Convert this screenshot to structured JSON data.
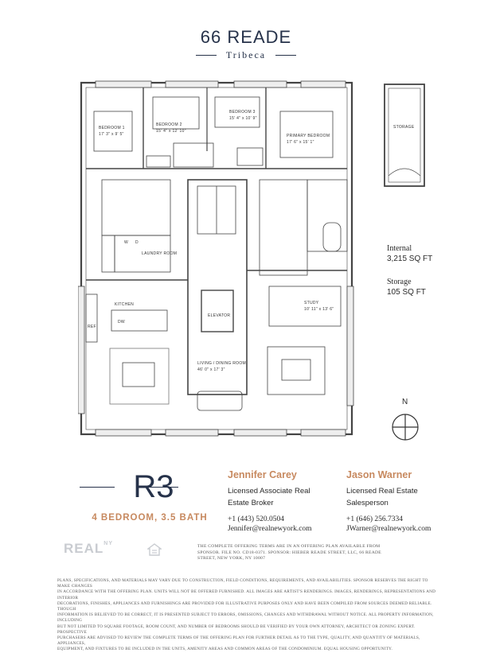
{
  "header": {
    "title": "66 READE",
    "subtitle": "Tribeca"
  },
  "plan": {
    "rooms": {
      "bedroom1": "BEDROOM 1",
      "bedroom1_dim": "17' 3\" x 9' 5\"",
      "bedroom2": "BEDROOM 2",
      "bedroom2_dim": "15' 4\" x 12' 10\"",
      "bedroom3": "BEDROOM 3",
      "bedroom3_dim": "15' 4\" x 10' 9\"",
      "primary": "PRIMARY BEDROOM",
      "primary_dim": "17' 6\" x 15' 1\"",
      "laundry": "LAUNDRY ROOM",
      "w": "W",
      "d": "D",
      "kitchen": "KITCHEN",
      "dw": "DW",
      "ref": "REF",
      "elevator": "ELEVATOR",
      "study": "STUDY",
      "study_dim": "10' 11\" x 13' 6\"",
      "living": "LIVING / DINING ROOM",
      "living_dim": "46' 0\" x 17' 3\"",
      "storage": "STORAGE"
    }
  },
  "stats": {
    "internal_label": "Internal",
    "internal_value": "3,215 SQ FT",
    "storage_label": "Storage",
    "storage_value": "105 SQ FT"
  },
  "compass": {
    "n": "N"
  },
  "unit": {
    "code": "R3",
    "beds": "4 BEDROOM, 3.5 BATH"
  },
  "agents": [
    {
      "name": "Jennifer Carey",
      "role1": "Licensed Associate Real",
      "role2": "Estate Broker",
      "phone": "+1 (443) 520.0504",
      "email": "Jennifer@realnewyork.com"
    },
    {
      "name": "Jason Warner",
      "role1": "Licensed Real Estate",
      "role2": "Salesperson",
      "phone": "+1 (646) 256.7334",
      "email": "JWarner@realnewyork.com"
    }
  ],
  "logo": {
    "text": "REAL",
    "sup": "NY"
  },
  "offering": {
    "line1": "THE COMPLETE OFFERING TERMS ARE IN AN OFFERING PLAN AVAILABLE FROM",
    "line2": "SPONSOR. FILE NO. CD18-0371. SPONSOR: HIEBER READE STREET, LLC, 66 READE",
    "line3": "STREET, NEW YORK, NY 10007"
  },
  "disclaimer": [
    "PLANS, SPECIFICATIONS, AND MATERIALS MAY VARY DUE TO CONSTRUCTION, FIELD CONDITIONS, REQUIREMENTS, AND AVAILABILITIES. SPONSOR RESERVES THE RIGHT TO MAKE CHANGES",
    "IN ACCORDANCE WITH THE OFFERING PLAN. UNITS WILL NOT BE OFFERED FURNISHED. ALL IMAGES ARE ARTIST'S RENDERINGS. IMAGES, RENDERINGS, REPRESENTATIONS AND INTERIOR",
    "DECORATIONS, FINISHES, APPLIANCES AND FURNISHINGS ARE PROVIDED FOR ILLUSTRATIVE PURPOSES ONLY AND HAVE BEEN COMPILED FROM SOURCES DEEMED RELIABLE. THOUGH",
    "INFORMATION IS BELIEVED TO BE CORRECT, IT IS PRESENTED SUBJECT TO ERRORS, OMISSIONS, CHANGES AND WITHDRAWAL WITHOUT NOTICE. ALL PROPERTY INFORMATION, INCLUDING",
    "BUT NOT LIMITED TO SQUARE FOOTAGE, ROOM COUNT, AND NUMBER OF BEDROOMS SHOULD BE VERIFIED BY YOUR OWN ATTORNEY, ARCHITECT OR ZONING EXPERT. PROSPECTIVE",
    "PURCHASERS ARE ADVISED TO REVIEW THE COMPLETE TERMS OF THE OFFERING PLAN FOR FURTHER DETAIL AS TO THE TYPE, QUALITY, AND QUANTITY OF MATERIALS, APPLIANCES,",
    "EQUIPMENT, AND FIXTURES TO BE INCLUDED IN THE UNITS, AMENITY AREAS AND COMMON AREAS OF THE CONDOMINIUM. EQUAL HOUSING OPPORTUNITY."
  ]
}
